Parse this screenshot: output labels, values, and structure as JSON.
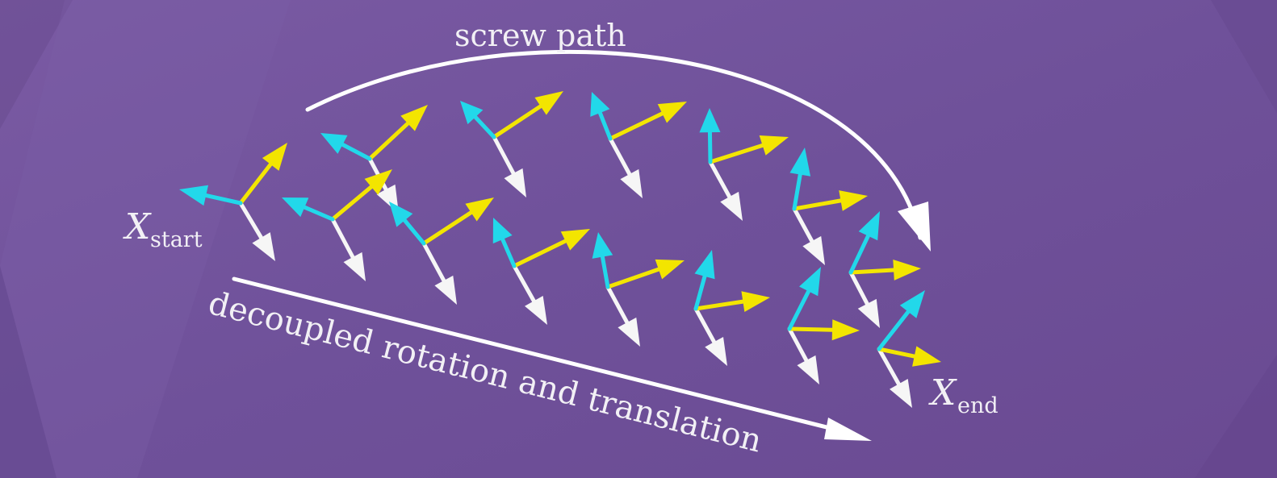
{
  "labels": {
    "screw_path": "screw path",
    "decoupled": "decoupled rotation and translation",
    "x_start_main": "X",
    "x_start_sub": "start",
    "x_end_main": "X",
    "x_end_sub": "end"
  },
  "colors": {
    "background": "#6e4f96",
    "axis_x": "#f6f6f6",
    "axis_y": "#f3e500",
    "axis_z": "#22d8ea",
    "text": "#f2f0f5"
  }
}
